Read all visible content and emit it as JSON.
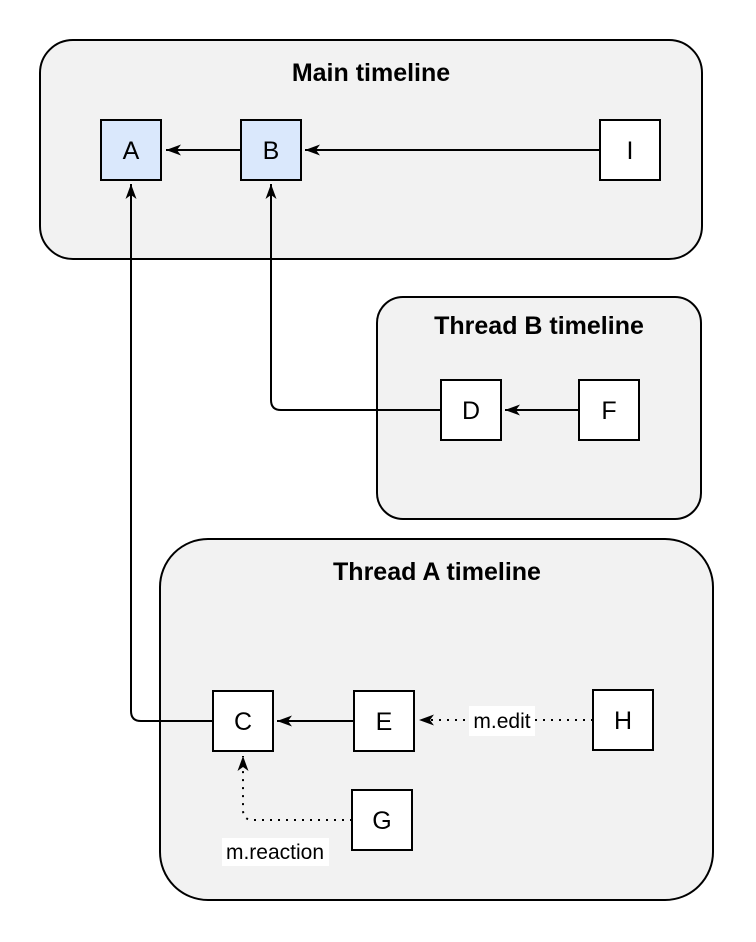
{
  "diagram": {
    "colors": {
      "container_fill": "#f2f2f2",
      "node_fill_highlight": "#dae8fc",
      "node_fill_default": "#ffffff",
      "label_bg": "#ffffff",
      "stroke": "#000000"
    },
    "containers": {
      "main": {
        "title": "Main timeline"
      },
      "thread_b": {
        "title": "Thread B timeline"
      },
      "thread_a": {
        "title": "Thread A timeline"
      }
    },
    "nodes": {
      "a": {
        "label": "A"
      },
      "b": {
        "label": "B"
      },
      "i": {
        "label": "I"
      },
      "d": {
        "label": "D"
      },
      "f": {
        "label": "F"
      },
      "c": {
        "label": "C"
      },
      "e": {
        "label": "E"
      },
      "h": {
        "label": "H"
      },
      "g": {
        "label": "G"
      }
    },
    "edge_labels": {
      "edit": "m.edit",
      "reaction": "m.reaction"
    }
  }
}
